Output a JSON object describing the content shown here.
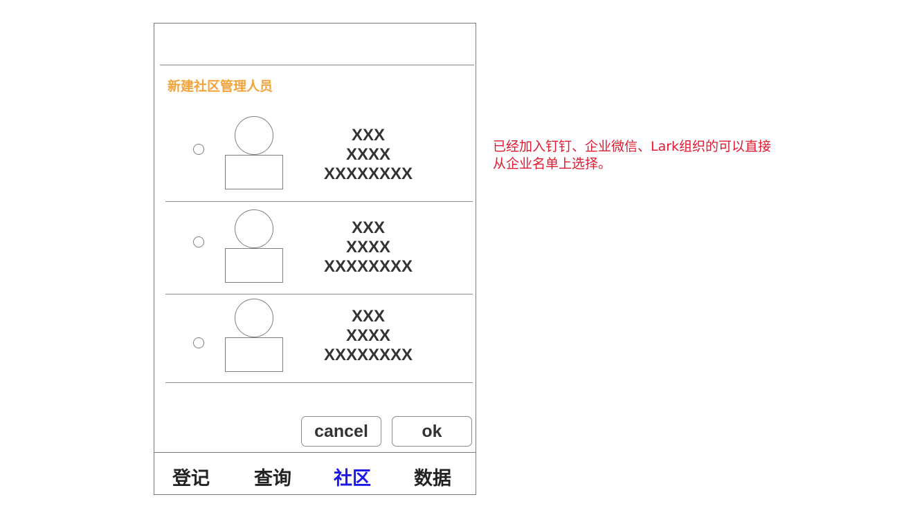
{
  "dialog": {
    "title": "新建社区管理人员",
    "members": [
      {
        "name": "XXX",
        "role": "XXXX",
        "id": "XXXXXXXX"
      },
      {
        "name": "XXX",
        "role": "XXXX",
        "id": "XXXXXXXX"
      },
      {
        "name": "XXX",
        "role": "XXXX",
        "id": "XXXXXXXX"
      }
    ],
    "cancel_label": "cancel",
    "ok_label": "ok"
  },
  "tabbar": {
    "tabs": [
      {
        "label": "登记",
        "active": false
      },
      {
        "label": "查询",
        "active": false
      },
      {
        "label": "社区",
        "active": true
      },
      {
        "label": "数据",
        "active": false
      }
    ],
    "active_color": "#1d17e8"
  },
  "annotation": {
    "text": "已经加入钉钉、企业微信、Lark组织的可以直接\n从企业名单上选择。",
    "color": "#e0192f"
  },
  "colors": {
    "title": "#f3a33a",
    "border": "#7a7a7a"
  },
  "icons": [
    "radio-icon",
    "avatar-icon"
  ]
}
